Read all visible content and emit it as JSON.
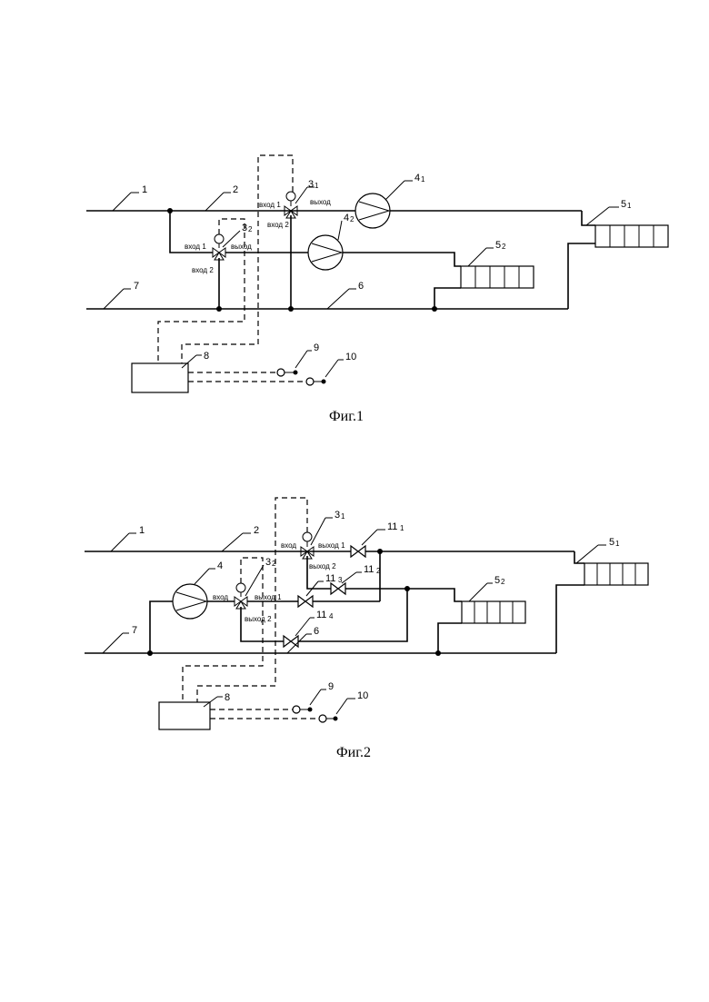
{
  "figures": [
    {
      "caption": "Фиг.1",
      "numbers": {
        "n1": "1",
        "n2": "2",
        "n3a": "3",
        "n3a_sub": "1",
        "n3b": "3",
        "n3b_sub": "2",
        "n4a": "4",
        "n4a_sub": "1",
        "n4b": "4",
        "n4b_sub": "2",
        "n5a": "5",
        "n5a_sub": "1",
        "n5b": "5",
        "n5b_sub": "2",
        "n6": "6",
        "n7": "7",
        "n8": "8",
        "n9": "9",
        "n10": "10"
      },
      "port_labels": {
        "v31_in1": "вход 1",
        "v31_in2": "вход 2",
        "v31_out": "выход",
        "v32_in1": "вход 1",
        "v32_in2": "вход 2",
        "v32_out": "выход"
      }
    },
    {
      "caption": "Фиг.2",
      "numbers": {
        "n1": "1",
        "n2": "2",
        "n3a": "3",
        "n3a_sub": "1",
        "n3b": "3",
        "n3b_sub": "2",
        "n4": "4",
        "n5a": "5",
        "n5a_sub": "1",
        "n5b": "5",
        "n5b_sub": "2",
        "n6": "6",
        "n7": "7",
        "n8": "8",
        "n9": "9",
        "n10": "10",
        "n11a": "11",
        "n11a_sub": "1",
        "n11b": "11",
        "n11b_sub": "2",
        "n11c": "11",
        "n11c_sub": "3",
        "n11d": "11",
        "n11d_sub": "4"
      },
      "port_labels": {
        "v31_in": "вход",
        "v31_out1": "выход 1",
        "v31_out2": "выход 2",
        "v32_in": "вход",
        "v32_out1": "выход 1",
        "v32_out2": "выход 2"
      }
    }
  ]
}
